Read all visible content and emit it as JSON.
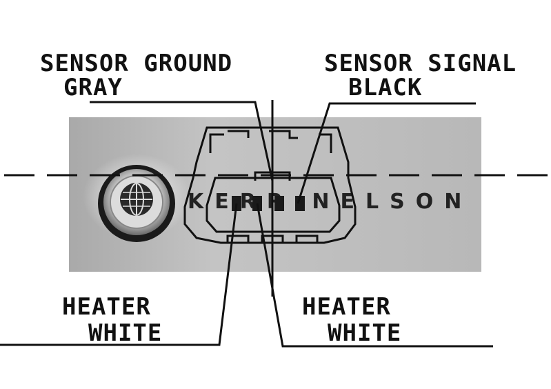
{
  "labels": {
    "sensor_ground_title": "SENSOR GROUND",
    "sensor_ground_color": "GRAY",
    "sensor_signal_title": "SENSOR SIGNAL",
    "sensor_signal_color": "BLACK",
    "heater_left_title": "HEATER",
    "heater_left_color": "WHITE",
    "heater_right_title": "HEATER",
    "heater_right_color": "WHITE"
  },
  "watermark": {
    "brand": "KERR NELSON",
    "icon": "globe-icon"
  },
  "colors": {
    "ink": "#111111",
    "banner": "#b4b4b4",
    "background": "#ffffff"
  }
}
